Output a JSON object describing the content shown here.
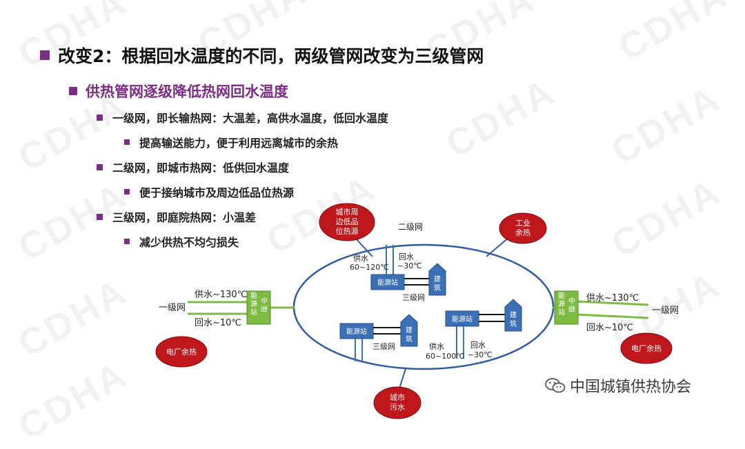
{
  "watermark": "CDHA",
  "slide": {
    "title": "改变2：根据回水温度的不同，两级管网改变为三级管网",
    "sub": "供热管网逐级降低热网回水温度",
    "items": [
      {
        "text": "一级网，即长输热网：大温差，高供水温度，低回水温度",
        "children": [
          "提高输送能力，便于利用远离城市的余热"
        ]
      },
      {
        "text": "二级网，即城市热网：低供回水温度",
        "children": [
          "便于接纳城市及周边低品位热源"
        ]
      },
      {
        "text": "三级网，即庭院热网：小温差",
        "children": [
          "减少供热不均匀损失"
        ]
      }
    ]
  },
  "diagram": {
    "heat_sources": {
      "city_low_grade": [
        "城市周",
        "边低品",
        "位热源"
      ],
      "industrial": [
        "工业",
        "余热"
      ],
      "power_left": "电厂余热",
      "power_right": "电厂余热",
      "city_sewage": [
        "城市",
        "污水"
      ]
    },
    "secondary_label": "二级网",
    "primary_label": "一级网",
    "primary_supply": "供水~130℃",
    "primary_return": "回水~10℃",
    "relay_station": [
      "能",
      "源",
      "站"
    ],
    "relay_word": [
      "中",
      "继"
    ],
    "station_label": "能源站",
    "building": [
      "建",
      "筑"
    ],
    "tertiary_label": "三级网",
    "supply_word": "供水",
    "return_word": "回水",
    "supply_temp_top": "60~120℃",
    "return_temp_top": "~30℃",
    "supply_temp_bottom": "60~100℃",
    "return_temp_bottom": "~30℃"
  },
  "logo": {
    "text": "中国城镇供热协会",
    "icon": "wechat-icon"
  },
  "colors": {
    "accent": "#7B2C83",
    "source_red": "#C0171C",
    "station_blue": "#3B6FB6",
    "relay_green": "#7DBB42",
    "ring": "#2E5AA0"
  }
}
